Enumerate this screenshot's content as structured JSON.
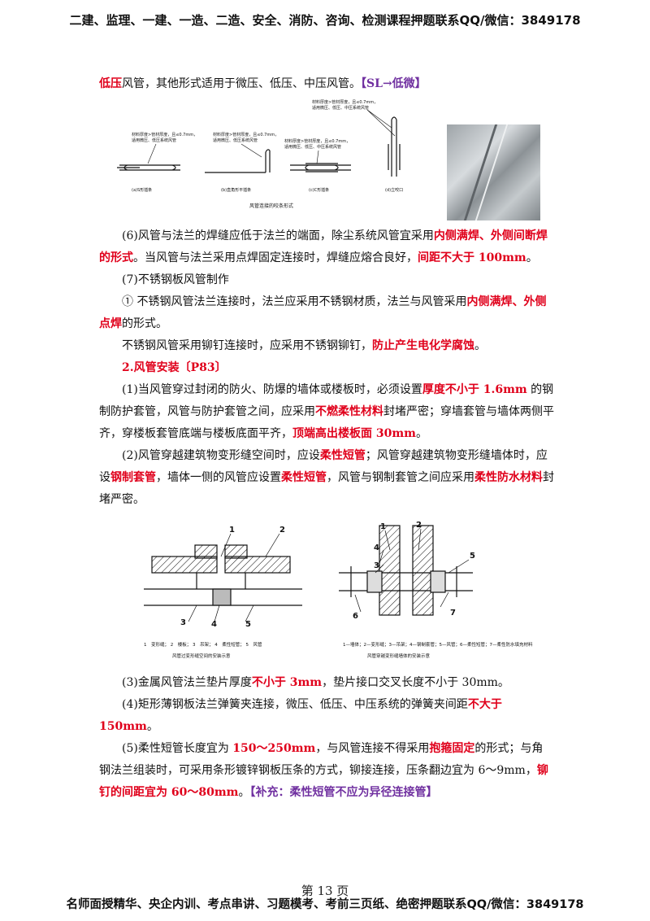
{
  "header": "二建、监理、一建、一造、二造、安全、消防、咨询、检测课程押题联系QQ/微信：3849178",
  "para0": {
    "red": "低压",
    "normal": "风管，其他形式适用于微压、低压、中压风管。",
    "note": "【SL→低微】"
  },
  "fig1": {
    "caption": "风管连接的咬条形式",
    "panels": [
      {
        "label": "(a)S形插条",
        "note1": "材料厚度>管材厚度，且≤0.7mm，",
        "note2": "适用微压、低压系统风管"
      },
      {
        "label": "(b)直角形平插条",
        "note1": "材料厚度>管材厚度，且≤0.7mm，",
        "note2": "适用微压、低压系统风管"
      },
      {
        "label": "(c)C形插条",
        "note1": "材料厚度>管材厚度，且≤0.7mm，",
        "note2": "适用微压、低压、中压系统风管"
      },
      {
        "label": "(d)立咬口",
        "note1": "材料厚度>管材厚度，且≤0.7mm，",
        "note2": "适用微压、低压、中压系统风管"
      }
    ]
  },
  "para6": {
    "a": "(6)风管与法兰的焊缝应低于法兰的端面，除尘系统风管宜采用",
    "b": "内侧满焊、外侧间断焊的形式",
    "c": "。当风管与法兰采用点焊固定连接时，焊缝应熔合良好，",
    "d": "间距不大于 100mm",
    "e": "。"
  },
  "para7": "(7)不锈钢板风管制作",
  "para7a": {
    "a": "① 不锈钢风管法兰连接时，法兰应采用不锈钢材质，法兰与风管采用",
    "b": "内侧满焊、外侧点焊",
    "c": "的形式。"
  },
  "para7b": {
    "a": "不锈钢风管采用铆钉连接时，应采用不锈钢铆钉，",
    "b": "防止产生电化学腐蚀",
    "c": "。"
  },
  "section2": "2.风管安装〔P83〕",
  "para21": {
    "a": "(1)当风管穿过封闭的防火、防爆的墙体或楼板时，必须设置",
    "b": "厚度不小于 1.6mm",
    "c": " 的钢制防护套管，风管与防护套管之间，应采用",
    "d": "不燃柔性材料",
    "e": "封堵严密；穿墙套管与墙体两侧平齐，穿楼板套管底端与楼板底面平齐，",
    "f": "顶端高出楼板面 30mm",
    "g": "。"
  },
  "para22": {
    "a": "(2)风管穿越建筑物变形缝空间时，应设",
    "b": "柔性短管",
    "c": "；风管穿越建筑物变形缝墙体时，应设",
    "d": "钢制套管",
    "e": "，墙体一侧的风管应设置",
    "f": "柔性短管",
    "g": "，风管与钢制套管之间应采用",
    "h": "柔性防水材料",
    "i": "封堵严密。"
  },
  "fig2": {
    "left_nums": [
      "1",
      "2",
      "3",
      "4",
      "5"
    ],
    "left_legend": "1　变形缝； 2　楼板； 3　吊架； 4　柔性短管； 5　风管",
    "left_caption": "风管过变形缝空间的安装示意",
    "right_nums": [
      "1",
      "2",
      "3",
      "4",
      "5",
      "6",
      "7"
    ],
    "right_legend": "1—墙体；2—变形缝；3—吊架；4—钢制套管；5—风管；6—柔性短管；7—柔性防水填充材料",
    "right_caption": "风管穿越变形缝墙体的安装示意"
  },
  "para23": {
    "a": "(3)金属风管法兰垫片厚度",
    "b": "不小于 3mm",
    "c": "，垫片接口交叉长度不小于 30mm。"
  },
  "para24": {
    "a": "(4)矩形薄钢板法兰弹簧夹连接，微压、低压、中压系统的弹簧夹间距",
    "b": "不大于 150mm",
    "c": "。"
  },
  "para25": {
    "a": "(5)柔性短管长度宜为 ",
    "b": "150～250mm",
    "c": "，与风管连接不得采用",
    "d": "抱箍固定",
    "e": "的形式；与角钢法兰组装时，可采用条形镀锌钢板压条的方式，铆接连接，压条翻边宜为 6～9mm，",
    "f": "铆钉的间距宜为 60～80mm",
    "g": "。",
    "h": "【补充：柔性短管不应为异径连接管】"
  },
  "page_number": "第 13 页",
  "footer": "名师面授精华、央企内训、考点串讲、习题模考、考前三页纸、绝密押题联系QQ/微信：3849178"
}
